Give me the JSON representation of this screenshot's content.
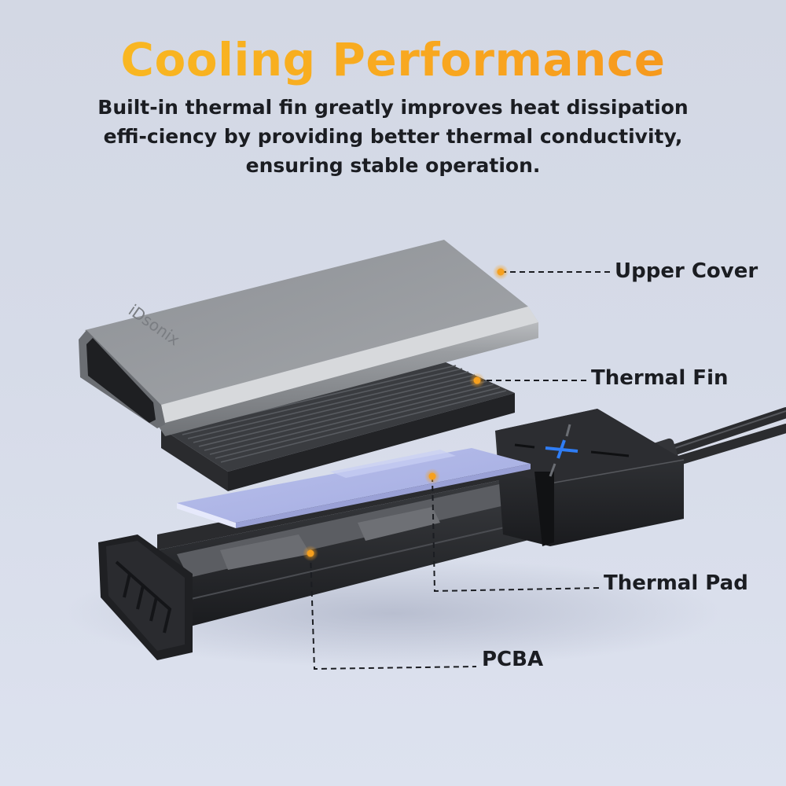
{
  "header": {
    "title": "Cooling Performance",
    "description": "Built-in thermal fin greatly improves heat dissipation effi-ciency by providing better thermal conductivity, ensuring stable operation."
  },
  "product": {
    "brand_mark": "iDsonix"
  },
  "callouts": [
    {
      "label": "Upper Cover"
    },
    {
      "label": "Thermal Fin"
    },
    {
      "label": "Thermal Pad"
    },
    {
      "label": "PCBA"
    }
  ],
  "colors": {
    "title_gradient_start": "#f9bd22",
    "title_gradient_end": "#f5921c",
    "callout_dot": "#f6a01e",
    "led_accent": "#2f7df5",
    "background": "#d6dbe8"
  }
}
